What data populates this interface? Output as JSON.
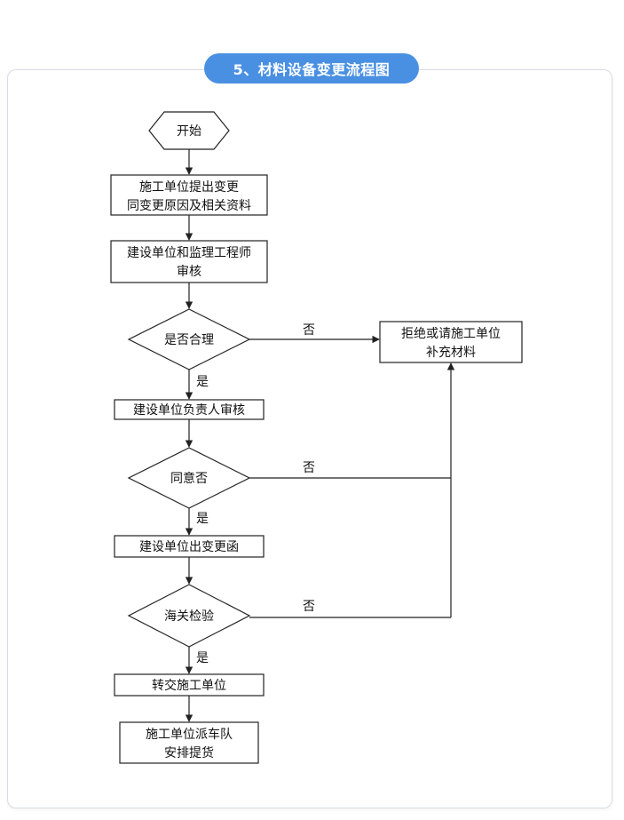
{
  "header": {
    "title": "5、材料设备变更流程图"
  },
  "flow": {
    "start": "开始",
    "step_submit": [
      "施工单位提出变更",
      "同变更原因及相关资料"
    ],
    "step_review": [
      "建设单位和监理工程师",
      "审核"
    ],
    "decision_reasonable": "是否合理",
    "step_reject": [
      "拒绝或请施工单位",
      "补充材料"
    ],
    "step_owner_review": "建设单位负责人审核",
    "decision_agree": "同意否",
    "step_issue_letter": "建设单位出变更函",
    "decision_customs": "海关检验",
    "step_transfer": "转交施工单位",
    "step_pickup": [
      "施工单位派车队",
      "安排提货"
    ],
    "labels": {
      "yes": "是",
      "no": "否"
    }
  }
}
